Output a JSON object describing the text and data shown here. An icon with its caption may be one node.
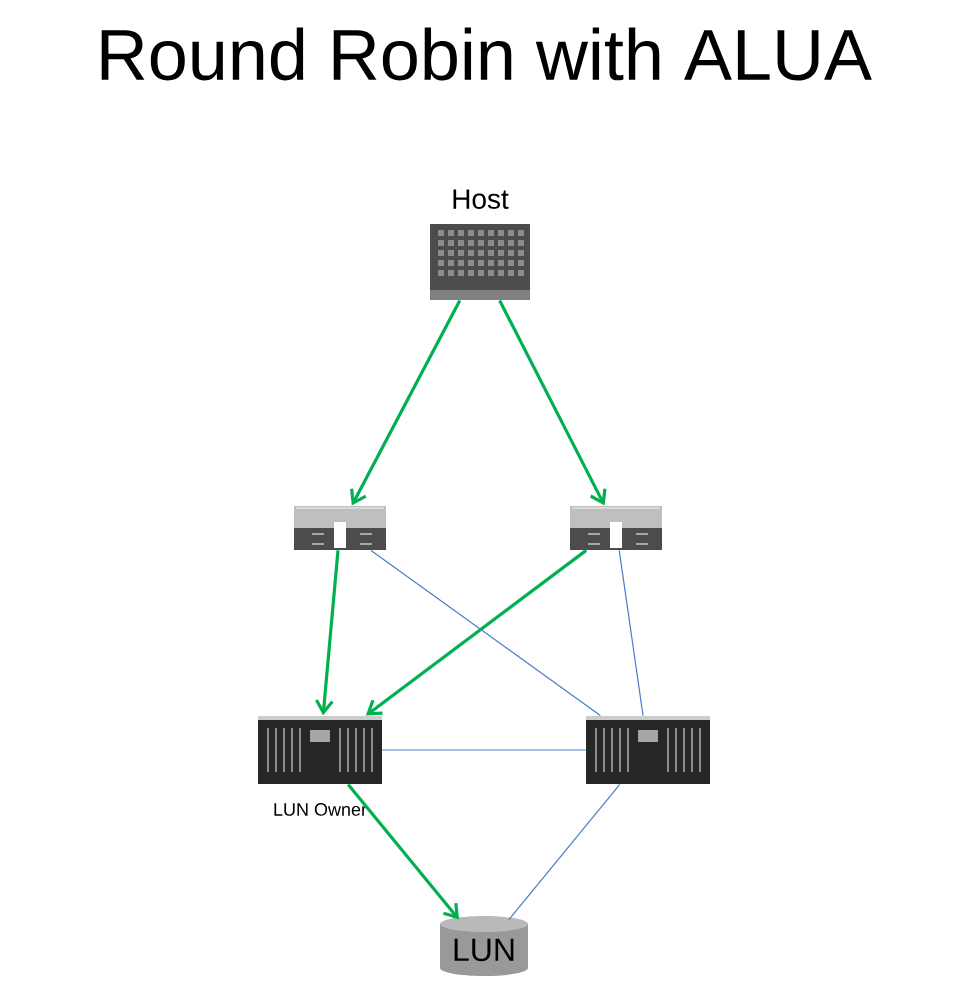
{
  "diagram": {
    "title": "Round Robin with ALUA",
    "nodes": [
      {
        "text": [
          "Host"
        ]
      },
      {
        "text": [],
        "shape": "picture"
      },
      {
        "text": [],
        "shape": "picture"
      },
      {
        "text": [],
        "shape": "picture",
        "beside": [
          "LUN Owner"
        ]
      },
      {
        "text": [],
        "shape": "picture"
      },
      {
        "text": [
          "LUN"
        ]
      }
    ],
    "edges": [
      {
        "from": 0,
        "to": 1,
        "arrow": "to"
      },
      {
        "from": 0,
        "to": 2,
        "arrow": "to"
      },
      {
        "from": 1,
        "to": 3,
        "arrow": "to"
      },
      {
        "from": 2,
        "to": 3,
        "arrow": "to"
      },
      {
        "from": 1,
        "to": 4,
        "arrow": "none",
        "color": "#4a7cc9"
      },
      {
        "from": 2,
        "to": 4,
        "arrow": "none",
        "color": "#4a7cc9"
      },
      {
        "from": 3,
        "to": 4,
        "arrow": "none",
        "color": "#4a7cc9"
      },
      {
        "from": 3,
        "to": 5,
        "arrow": "to"
      },
      {
        "from": 4,
        "to": 5,
        "arrow": "none",
        "color": "#4a7cc9"
      }
    ]
  }
}
